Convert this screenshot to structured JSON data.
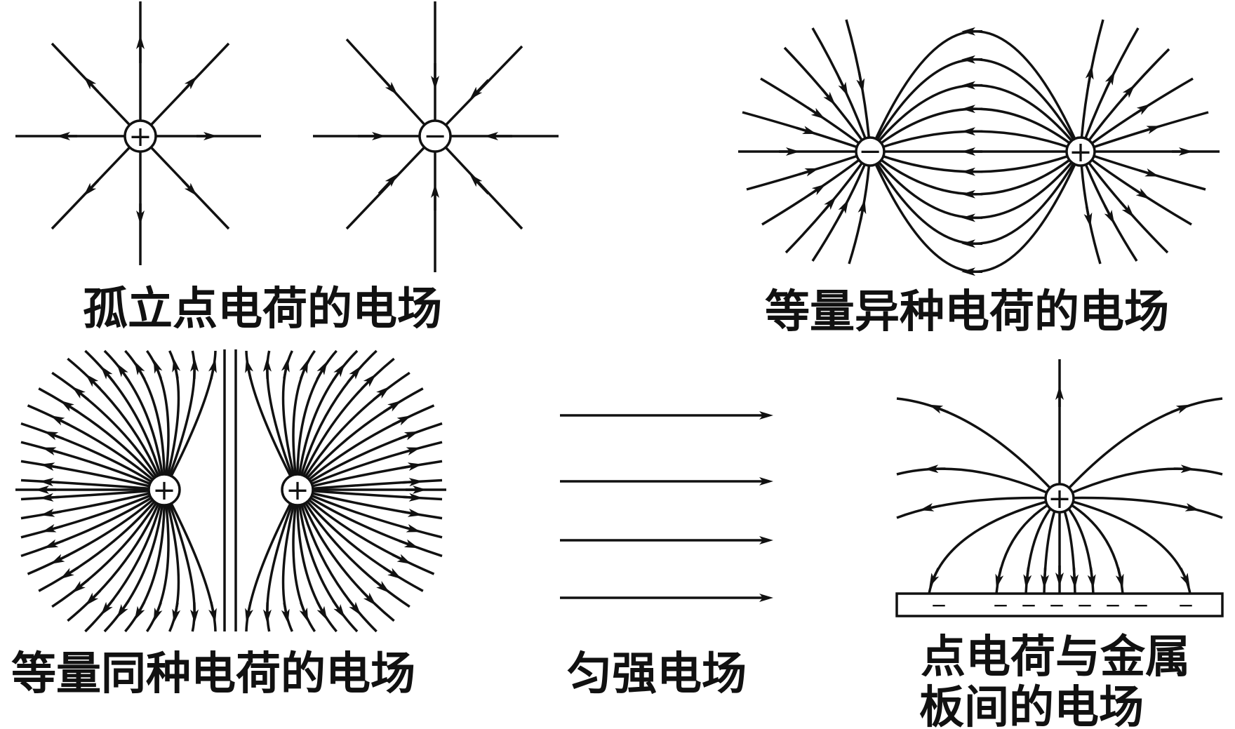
{
  "captions": {
    "isolated": "孤立点电荷的电场",
    "opposite": "等量异种电荷的电场",
    "like": "等量同种电荷的电场",
    "uniform": "匀强电场",
    "plate_line1": "点电荷与金属",
    "plate_line2": "板间的电场"
  },
  "signs": {
    "plus": "+",
    "minus": "−"
  },
  "plate_charges": [
    "−",
    "−",
    "−",
    "−",
    "−",
    "−",
    "−",
    "−"
  ],
  "colors": {
    "ink": "#111111",
    "background": "#ffffff"
  }
}
